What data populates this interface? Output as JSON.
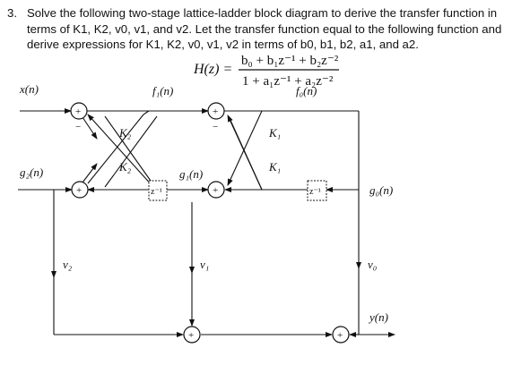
{
  "problem": {
    "number": "3.",
    "text": "Solve the following two-stage lattice-ladder block diagram to derive the transfer function in terms of K1, K2, v0, v1, and v2. Let the transfer function equal to the following function and derive expressions for K1, K2, v0, v1, v2 in terms of b0, b1, b2, a1, and a2."
  },
  "equation": {
    "lhs": "H(z) =",
    "numerator": "b₀ + b₁z⁻¹ + b₂z⁻²",
    "denominator": "1 + a₁z⁻¹ + a₂z⁻²"
  },
  "signals": {
    "x_in": "x(n)",
    "f1": "f₁(n)",
    "f0": "f₀(n)",
    "g2": "g₂(n)",
    "g1": "g₁(n)",
    "g0": "g₀(n)",
    "y_out": "y(n)"
  },
  "gains": {
    "k2_upper": "K₂",
    "k2_lower": "K₂",
    "k1_upper": "K₁",
    "k1_lower": "K₁",
    "v2": "v₂",
    "v1": "v₁",
    "v0": "v₀"
  },
  "delays": {
    "delay_1": "z⁻¹",
    "delay_2": "z⁻¹"
  },
  "adder_signs": {
    "plus": "+",
    "minus": "−"
  }
}
